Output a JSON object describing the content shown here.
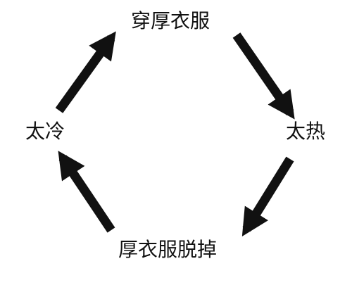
{
  "nodes": {
    "top": "穿厚衣服",
    "right": "太热",
    "bottom": "厚衣服脱掉",
    "left": "太冷"
  },
  "edges": [
    {
      "from": "top",
      "to": "right"
    },
    {
      "from": "right",
      "to": "bottom"
    },
    {
      "from": "bottom",
      "to": "left"
    },
    {
      "from": "left",
      "to": "top"
    }
  ],
  "colors": {
    "arrow": "#111111",
    "text": "#111111",
    "background": "#ffffff"
  }
}
